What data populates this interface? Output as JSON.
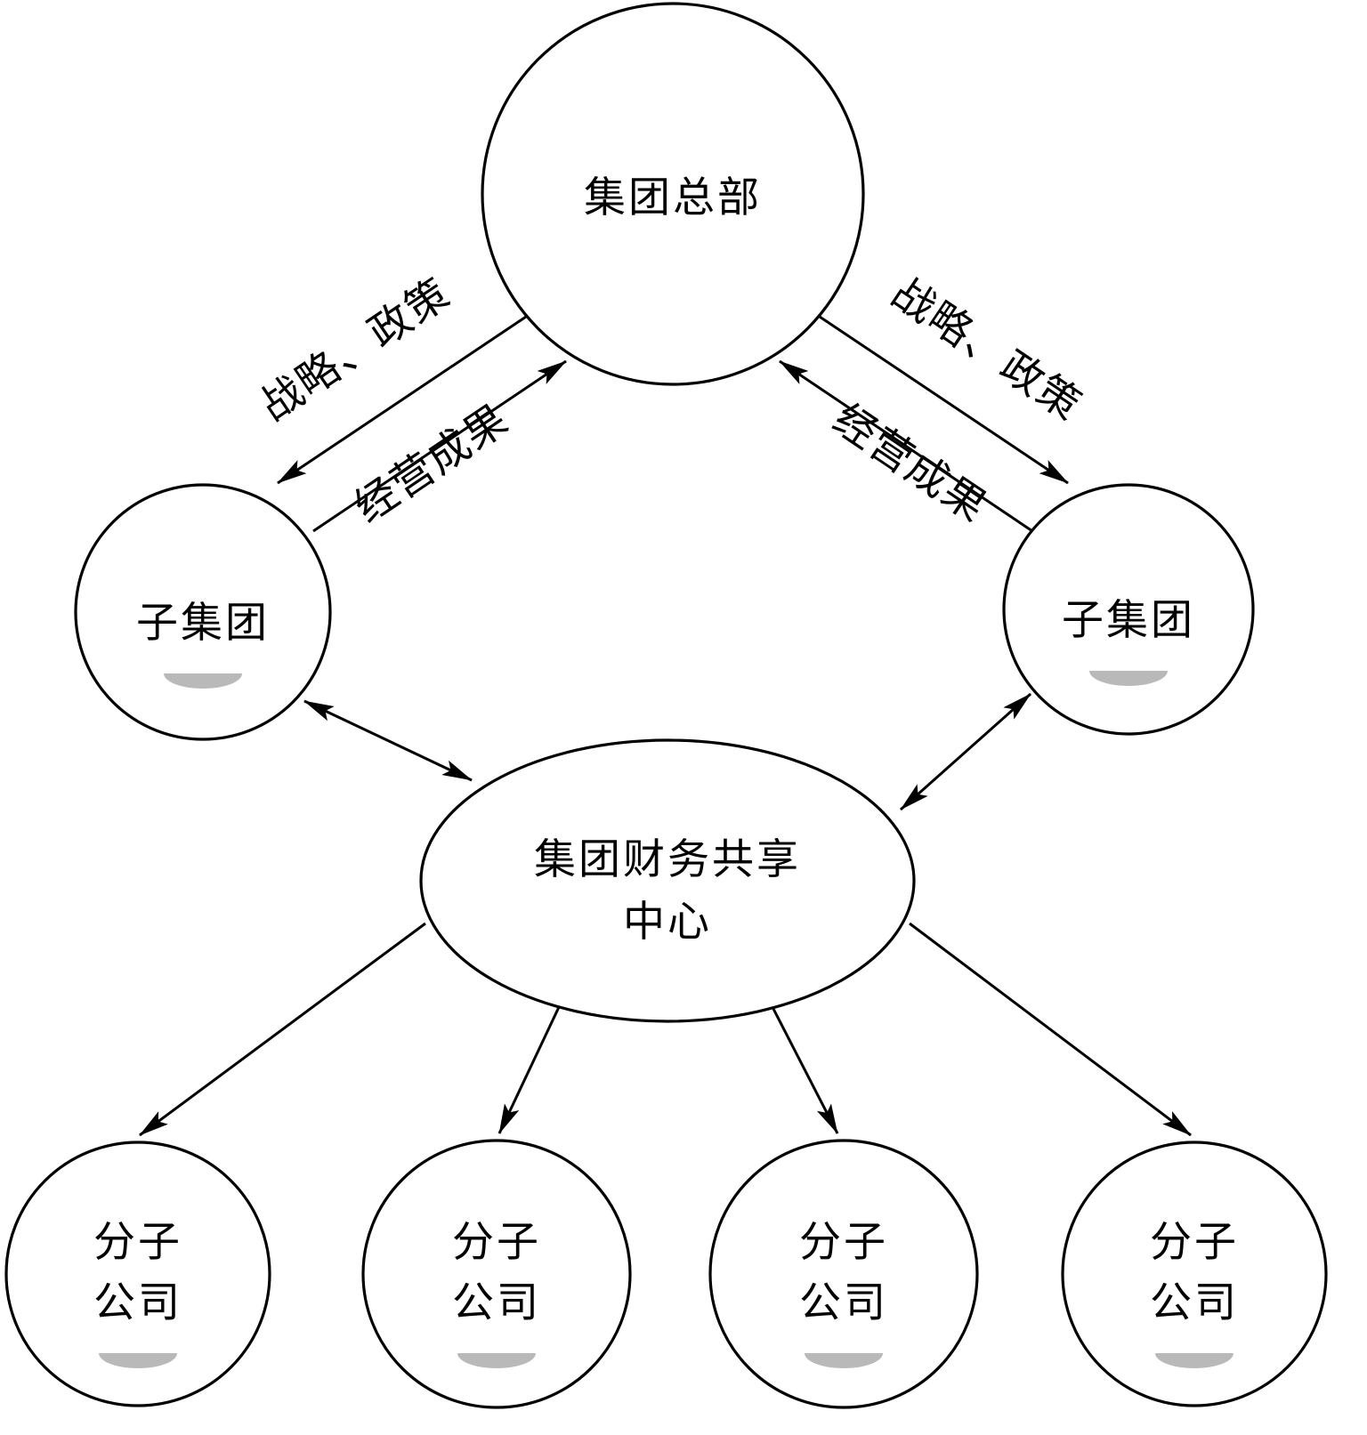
{
  "diagram": {
    "headquarters": {
      "label": "集团总部"
    },
    "subgroups": [
      {
        "label": "子集团"
      },
      {
        "label": "子集团"
      }
    ],
    "shared_center": {
      "label_line1": "集团财务共享",
      "label_line2": "中心"
    },
    "subsidiaries": [
      {
        "label_line1": "分子",
        "label_line2": "公司"
      },
      {
        "label_line1": "分子",
        "label_line2": "公司"
      },
      {
        "label_line1": "分子",
        "label_line2": "公司"
      },
      {
        "label_line1": "分子",
        "label_line2": "公司"
      }
    ],
    "edge_labels": {
      "left_strategy": "战略、政策",
      "left_results": "经营成果",
      "right_strategy": "战略、政策",
      "right_results": "经营成果"
    },
    "colors": {
      "line": "#000000",
      "node_fill": "#ffffff",
      "arc_gray": "#b9b9b9"
    }
  }
}
